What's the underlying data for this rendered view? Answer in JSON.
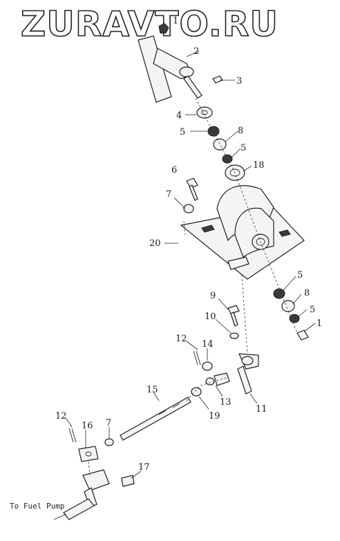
{
  "watermark": "ZURAVTO.RU",
  "caption": "To Fuel Pump",
  "callouts": [
    "1",
    "2",
    "3",
    "4",
    "5",
    "8",
    "5",
    "18",
    "6",
    "7",
    "20",
    "5",
    "8",
    "5",
    "1",
    "9",
    "10",
    "12",
    "14",
    "13",
    "11",
    "15",
    "19",
    "12",
    "16",
    "7",
    "17"
  ],
  "colors": {
    "ink": "#1e1e1e",
    "paper": "#ffffff"
  }
}
